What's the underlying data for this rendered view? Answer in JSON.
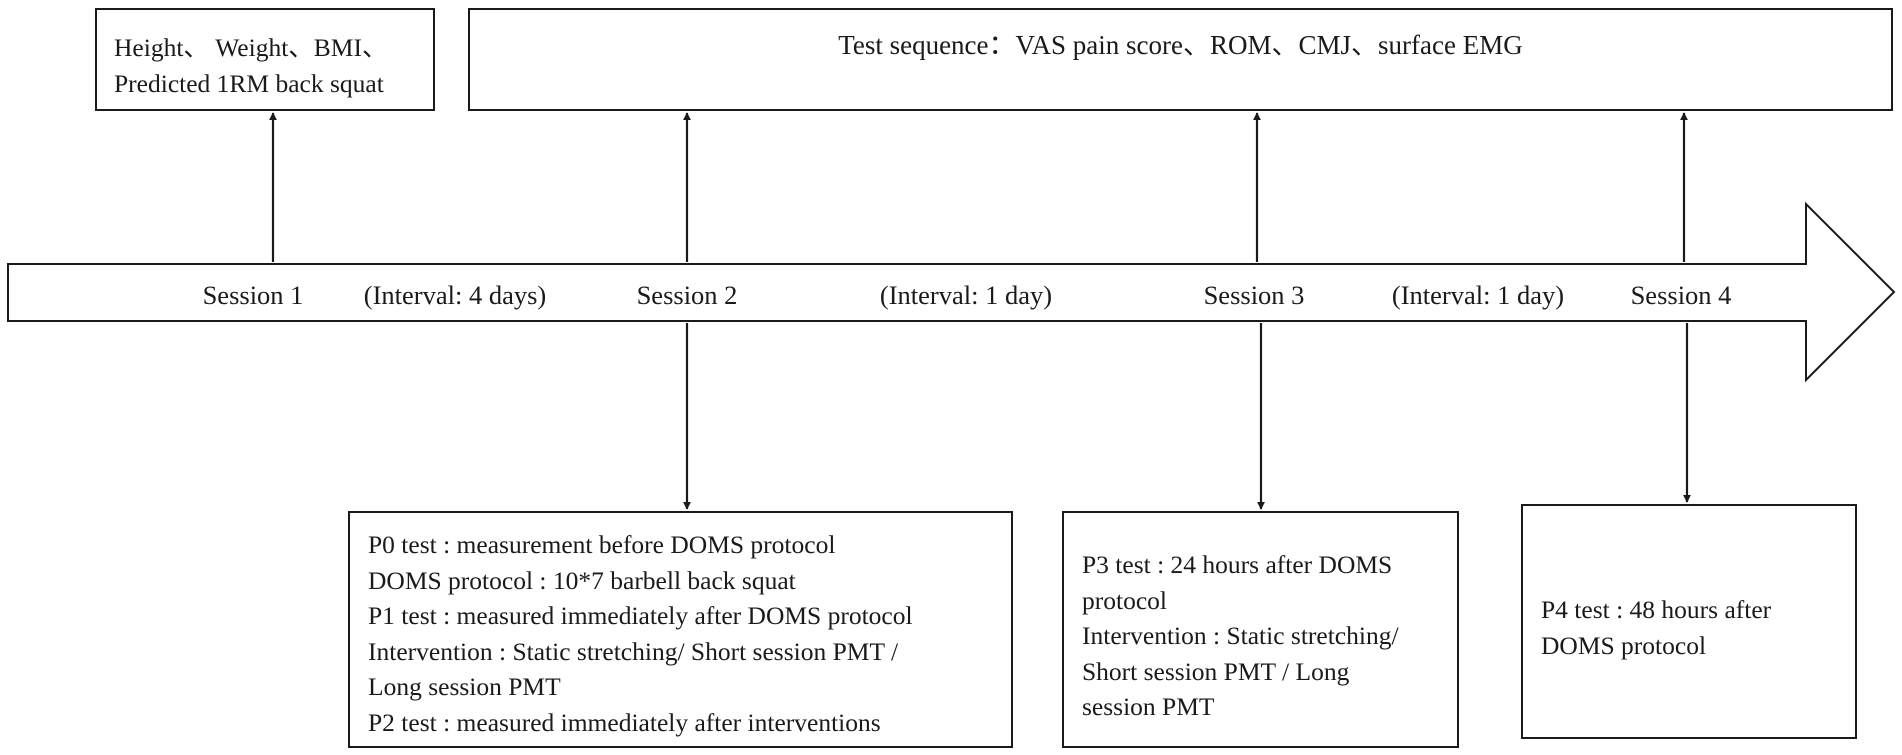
{
  "boxes": {
    "baseline": {
      "lines": [
        "Height、 Weight、BMI、",
        "Predicted 1RM back squat"
      ]
    },
    "test_sequence": {
      "text": "Test sequence：VAS pain score、ROM、CMJ、surface EMG"
    },
    "session2_detail": {
      "lines": [
        "P0 test : measurement before DOMS protocol",
        "DOMS protocol : 10*7 barbell back squat",
        "P1 test : measured immediately after DOMS protocol",
        "Intervention : Static stretching/ Short session PMT /",
        "Long session PMT",
        "P2 test : measured immediately after interventions"
      ]
    },
    "session3_detail": {
      "lines": [
        "P3 test : 24 hours after DOMS",
        "protocol",
        "Intervention : Static stretching/",
        "Short session PMT / Long",
        "session PMT"
      ]
    },
    "session4_detail": {
      "lines": [
        "P4 test : 48 hours after",
        "DOMS protocol"
      ]
    }
  },
  "timeline": {
    "sessions": [
      "Session 1",
      "Session 2",
      "Session 3",
      "Session 4"
    ],
    "intervals": [
      "(Interval: 4 days)",
      "(Interval: 1 day)",
      "(Interval: 1 day)"
    ]
  },
  "colors": {
    "stroke": "#1a1a1a",
    "background": "#ffffff"
  }
}
